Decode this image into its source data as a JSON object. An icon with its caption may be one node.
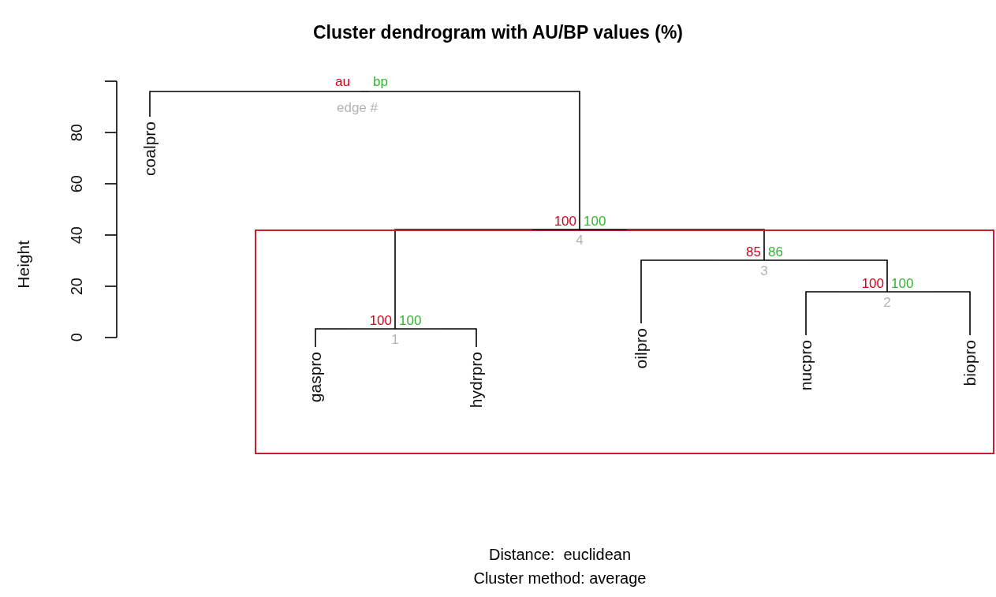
{
  "diagram": {
    "title": "Cluster dendrogram with AU/BP values (%)",
    "nodes": [
      {
        "text": [],
        "shape": "point"
      },
      {
        "text": [
          "coalpro"
        ]
      },
      {
        "text": [],
        "shape": "box"
      },
      {
        "text": [
          "100",
          "100",
          "4"
        ]
      },
      {
        "text": [
          "100",
          "100",
          "1"
        ],
        "in": 2
      },
      {
        "text": [
          "gaspro"
        ],
        "in": 2
      },
      {
        "text": [
          "hydrpro"
        ],
        "in": 2
      },
      {
        "text": [
          "85",
          "86",
          "3"
        ],
        "in": 2
      },
      {
        "text": [
          "oilpro"
        ],
        "in": 2
      },
      {
        "text": [
          "100",
          "100",
          "2"
        ],
        "in": 2
      },
      {
        "text": [
          "nucpro"
        ],
        "in": 2
      },
      {
        "text": [
          "biopro"
        ],
        "in": 2
      }
    ],
    "edges": [
      {
        "from": 0,
        "to": 1,
        "arrow": "none"
      },
      {
        "from": 0,
        "to": 3,
        "arrow": "none"
      },
      {
        "from": 3,
        "to": 4,
        "arrow": "none"
      },
      {
        "from": 3,
        "to": 7,
        "arrow": "none"
      },
      {
        "from": 4,
        "to": 5,
        "arrow": "none"
      },
      {
        "from": 4,
        "to": 6,
        "arrow": "none"
      },
      {
        "from": 7,
        "to": 8,
        "arrow": "none"
      },
      {
        "from": 7,
        "to": 9,
        "arrow": "none"
      },
      {
        "from": 9,
        "to": 10,
        "arrow": "none"
      },
      {
        "from": 9,
        "to": 11,
        "arrow": "none"
      }
    ],
    "labels": [
      "au",
      "bp",
      "edge #",
      "Height",
      "0",
      "20",
      "40",
      "60",
      "80",
      "Distance:  euclidean",
      "Cluster method: average"
    ]
  }
}
